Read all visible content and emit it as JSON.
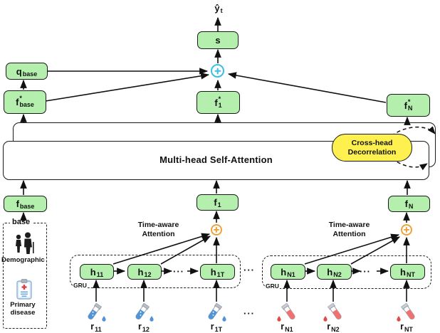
{
  "figure": {
    "output": {
      "main": "ŷ",
      "sub": "t"
    },
    "s": {
      "main": "s"
    },
    "q_base": {
      "main": "q",
      "sub": "base"
    },
    "f_star_base": {
      "main": "f",
      "sup": "*",
      "sub": "base"
    },
    "f_star_1": {
      "main": "f",
      "sup": "*",
      "sub": "1"
    },
    "f_star_N": {
      "main": "f",
      "sup": "*",
      "sub": "N"
    },
    "attention_label": "Multi-head Self-Attention",
    "decorrelation": {
      "line1": "Cross-head",
      "line2": "Decorrelation"
    },
    "f_base": {
      "main": "f",
      "sub": "base"
    },
    "f_1": {
      "main": "f",
      "sub": "1"
    },
    "f_N": {
      "main": "f",
      "sub": "N"
    },
    "time_aware": {
      "line1": "Time-aware",
      "line2": "Attention"
    },
    "base_box": {
      "label": "base",
      "demographic_label": "Demographic",
      "primary_label": "Primary disease"
    },
    "gru_label": "GRU",
    "dots": "···",
    "h_11": {
      "main": "h",
      "sub": "11"
    },
    "h_12": {
      "main": "h",
      "sub": "12"
    },
    "h_1T": {
      "main": "h",
      "sub": "1T"
    },
    "h_N1": {
      "main": "h",
      "sub": "N1"
    },
    "h_N2": {
      "main": "h",
      "sub": "N2"
    },
    "h_NT": {
      "main": "h",
      "sub": "NT"
    },
    "r_11": {
      "main": "r",
      "sub": "11"
    },
    "r_12": {
      "main": "r",
      "sub": "12"
    },
    "r_1T": {
      "main": "r",
      "sub": "1T"
    },
    "r_N1": {
      "main": "r",
      "sub": "N1"
    },
    "r_N2": {
      "main": "r",
      "sub": "N2"
    },
    "r_NT": {
      "main": "r",
      "sub": "NT"
    }
  },
  "colors": {
    "node_green": "#b4efae",
    "decorrelation_yellow": "#fdf04f",
    "sum_cyan": "#3bbde8",
    "sum_orange": "#f0a23a",
    "tube_blue": "#4f93d8",
    "tube_red": "#e86060",
    "line_black": "#111111"
  }
}
